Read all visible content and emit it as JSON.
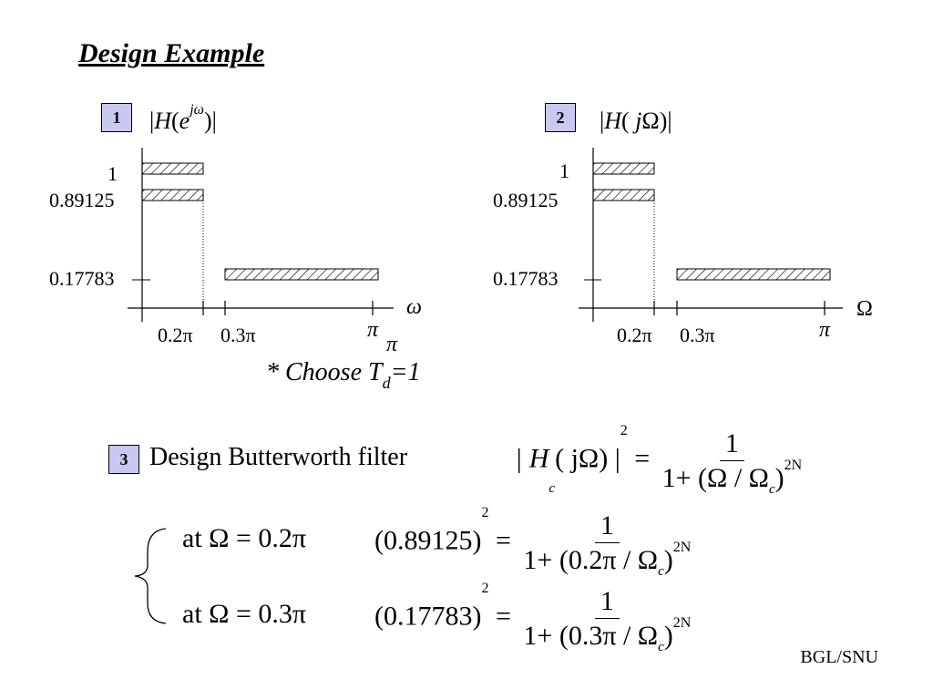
{
  "title": "Design Example",
  "panel1": {
    "badge": "1",
    "formula": "|H(e^jω)|",
    "y_labels": [
      "1",
      "0.89125",
      "0.17783"
    ],
    "x_labels": [
      "0.2π",
      "0.3π",
      "π"
    ],
    "extra_pi": "π",
    "axis": "ω"
  },
  "panel2": {
    "badge": "2",
    "formula": "|H(jΩ)|",
    "y_labels": [
      "1",
      "0.89125",
      "0.17783"
    ],
    "x_labels": [
      "0.2π",
      "0.3π",
      "π"
    ],
    "axis": "Ω"
  },
  "note": {
    "prefix": "* Choose T",
    "sub": "d",
    "suffix": "=1"
  },
  "step3": {
    "badge": "3",
    "text": "Design Butterworth filter",
    "lhs_pre": "| H",
    "lhs_sub": "c",
    "lhs_mid": "( jΩ) |",
    "lhs_sup": "2",
    "eq": "=",
    "num": "1",
    "den_pre": "1+ (Ω / Ω",
    "den_sub": "c",
    "den_close": ")",
    "den_sup": "2N"
  },
  "cond1": {
    "at": "at Ω = 0.2π",
    "value": "(0.89125)",
    "sq": "2",
    "eq": "=",
    "num": "1",
    "den_pre": "1+ (0.2π / Ω",
    "den_sub": "c",
    "den_close": ")",
    "den_sup": "2N"
  },
  "cond2": {
    "at": "at Ω = 0.3π",
    "value": "(0.17783)",
    "sq": "2",
    "eq": "=",
    "num": "1",
    "den_pre": "1+ (0.3π / Ω",
    "den_sub": "c",
    "den_close": ")",
    "den_sup": "2N"
  },
  "credit": "BGL/SNU"
}
